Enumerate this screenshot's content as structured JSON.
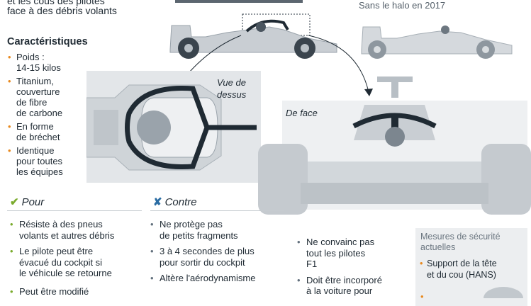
{
  "intro": {
    "line1": "et les cous des pilotes",
    "line2": "face à des débris volants"
  },
  "halo_caption": "Sans le halo en 2017",
  "specs": {
    "title": "Caractéristiques",
    "items": [
      [
        "Poids :",
        "14-15 kilos"
      ],
      [
        "Titanium,",
        "couverture",
        "de fibre",
        "de carbone"
      ],
      [
        "En forme",
        "de bréchet"
      ],
      [
        "Identique",
        "pour toutes",
        "les équipes"
      ]
    ]
  },
  "views": {
    "top": [
      "Vue de",
      "dessus"
    ],
    "front": "De face"
  },
  "pour": {
    "title": "Pour",
    "items": [
      [
        "Résiste à des pneus",
        "volants et autres débris"
      ],
      [
        "Le pilote peut être",
        "évacué du cockpit si",
        "le véhicule se retourne"
      ],
      [
        "Peut être modifié"
      ]
    ]
  },
  "contre": {
    "title": "Contre",
    "items": [
      [
        "Ne protège pas",
        "de petits fragments"
      ],
      [
        "3 à 4 secondes de plus",
        "pour sortir du cockpit"
      ],
      [
        "Altère l'aérodynamisme"
      ]
    ],
    "items2": [
      [
        "Ne convainc pas",
        "tout les pilotes",
        "F1"
      ],
      [
        "Doit être incorporé",
        "à la voiture pour"
      ]
    ]
  },
  "security": {
    "title": [
      "Mesures de sécurité",
      "actuelles"
    ],
    "items": [
      [
        "Support de la tête",
        "et du cou (HANS)"
      ]
    ]
  },
  "colors": {
    "accent_orange": "#e8891e",
    "pour_green": "#7aab2d",
    "contre_blue": "#2a6ca3",
    "car_grey": "#c9ced3",
    "panel_grey": "#eceef0"
  }
}
